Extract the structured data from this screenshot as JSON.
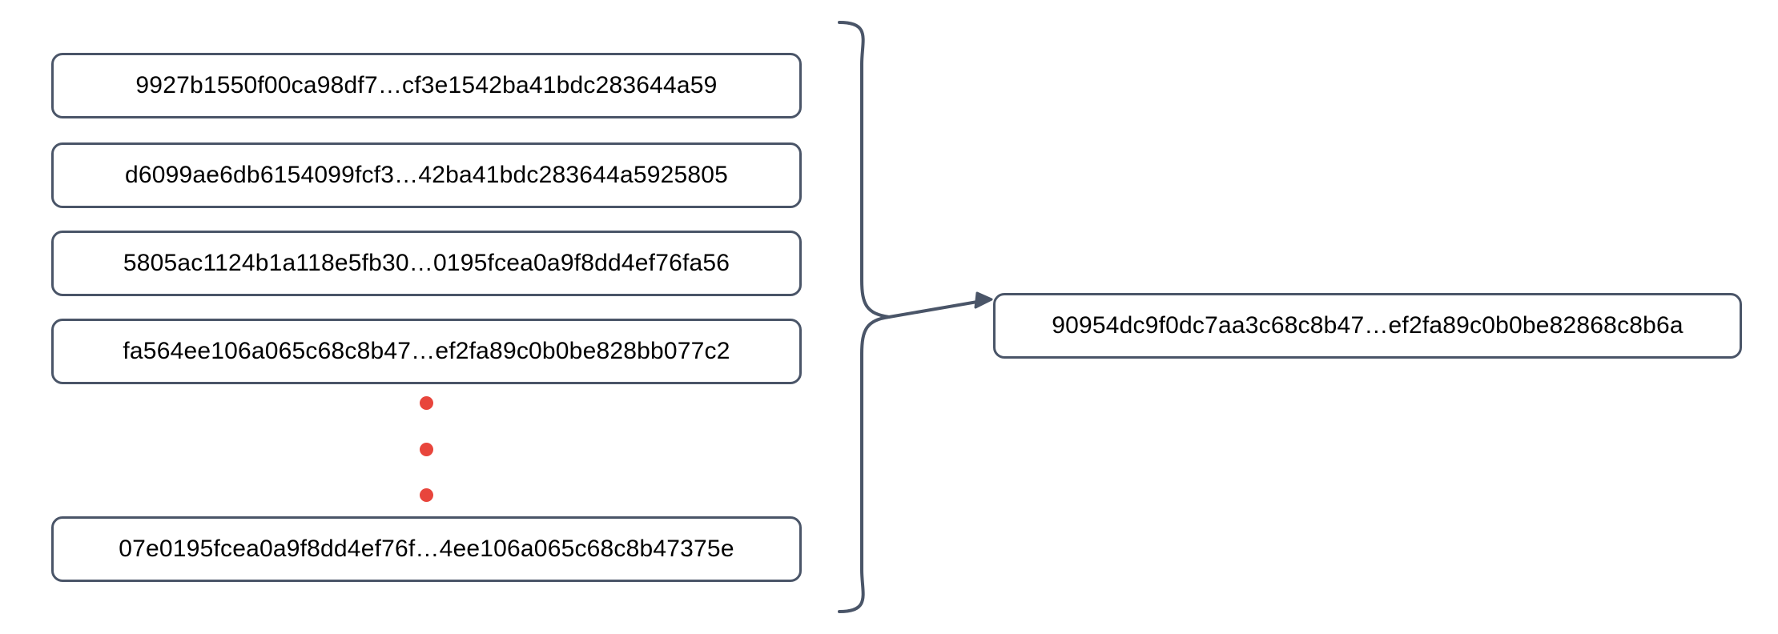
{
  "diagram": {
    "type": "hash-aggregation",
    "background_color": "#ffffff",
    "box_border_color": "#4a5568",
    "box_text_color": "#000000",
    "dot_color": "#e8453c",
    "connector_color": "#4a5568",
    "inputs": [
      {
        "label": "9927b1550f00ca98df7…cf3e1542ba41bdc283644a59"
      },
      {
        "label": "d6099ae6db6154099fcf3…42ba41bdc283644a5925805"
      },
      {
        "label": "5805ac1124b1a118e5fb30…0195fcea0a9f8dd4ef76fa56"
      },
      {
        "label": "fa564ee106a065c68c8b47…ef2fa89c0b0be828bb077c2"
      },
      {
        "label": "07e0195fcea0a9f8dd4ef76f…4ee106a065c68c8b47375e"
      }
    ],
    "ellipsis": {
      "name": "vertical-ellipsis",
      "dot_count": 3
    },
    "output": {
      "label": "90954dc9f0dc7aa3c68c8b47…ef2fa89c0b0be82868c8b6a"
    }
  }
}
